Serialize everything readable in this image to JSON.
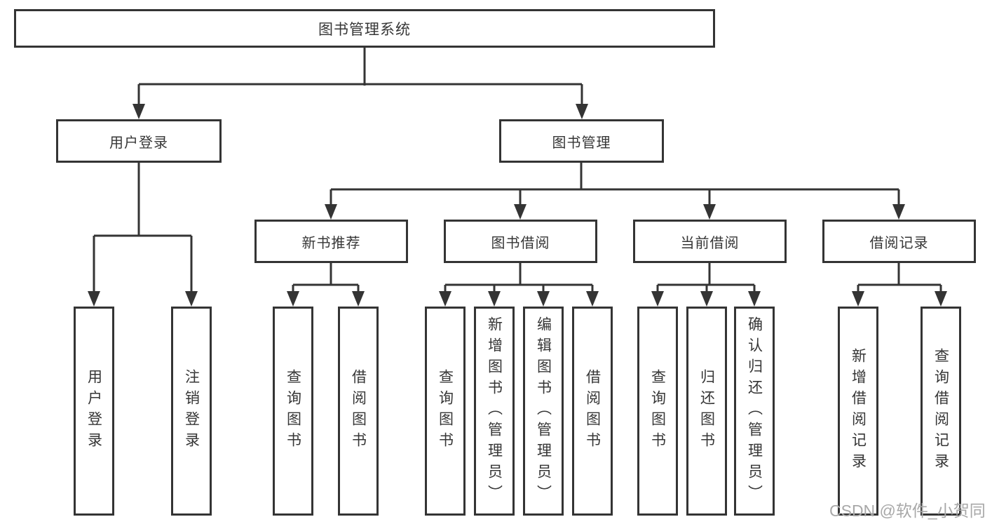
{
  "diagram": {
    "root": "图书管理系统",
    "level1": [
      "用户登录",
      "图书管理"
    ],
    "level2": [
      "新书推荐",
      "图书借阅",
      "当前借阅",
      "借阅记录"
    ],
    "leaves_user_login": [
      "用户登录",
      "注销登录"
    ],
    "leaves_new_book": [
      "查询图书",
      "借阅图书"
    ],
    "leaves_borrow": [
      "查询图书",
      "新增图书（管理员）",
      "编辑图书（管理员）",
      "借阅图书"
    ],
    "leaves_current": [
      "查询图书",
      "归还图书",
      "确认归还（管理员）"
    ],
    "leaves_record": [
      "新增借阅记录",
      "查询借阅记录"
    ]
  },
  "watermark": "CSDN @软件_小贺同学",
  "colors": {
    "line": "#343434",
    "text": "#363636",
    "watermark": "#a8a8a8",
    "background": "#ffffff"
  }
}
